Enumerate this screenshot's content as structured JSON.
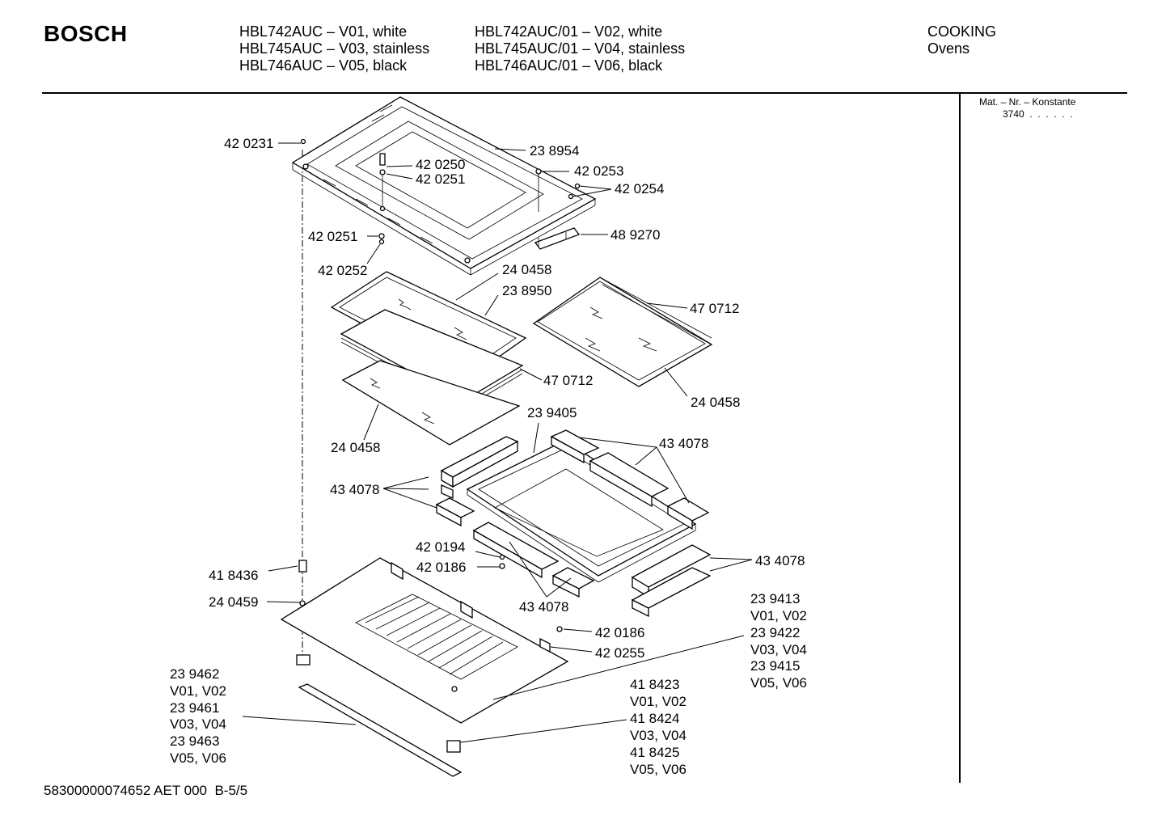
{
  "header": {
    "brand": "BOSCH",
    "models_col1": [
      "HBL742AUC – V01, white",
      "HBL745AUC – V03, stainless",
      "HBL746AUC – V05, black"
    ],
    "models_col2": [
      "HBL742AUC/01 – V02, white",
      "HBL745AUC/01 – V04, stainless",
      "HBL746AUC/01 – V06, black"
    ],
    "category": "COOKING",
    "subcategory": "Ovens"
  },
  "side_panel": {
    "label": "Mat. – Nr. – Konstante",
    "value": "3740  .  .  .  .  .  ."
  },
  "footer": {
    "doc_code": "58300000074652 AET 000  B-5/5"
  },
  "callouts": {
    "c_420231": "42 0231",
    "c_238954": "23 8954",
    "c_420250": "42 0250",
    "c_420251a": "42 0251",
    "c_420253": "42 0253",
    "c_420254": "42 0254",
    "c_420251b": "42 0251",
    "c_489270": "48 9270",
    "c_420252": "42 0252",
    "c_240458a": "24 0458",
    "c_238950": "23 8950",
    "c_470712a": "47 0712",
    "c_470712b": "47 0712",
    "c_240458b": "24 0458",
    "c_240458c": "24 0458",
    "c_239405": "23 9405",
    "c_434078a": "43 4078",
    "c_434078b": "43 4078",
    "c_434078c": "43 4078",
    "c_434078d": "43 4078",
    "c_420194": "42 0194",
    "c_420186a": "42 0186",
    "c_418436": "41 8436",
    "c_240459": "24 0459",
    "c_420186b": "42 0186",
    "c_420255": "42 0255"
  },
  "multi_callouts": {
    "trim": [
      "23 9413",
      "V01, V02",
      "23 9422",
      "V03, V04",
      "23 9415",
      "V05, V06"
    ],
    "handle": [
      "23 9462",
      "V01, V02",
      "23 9461",
      "V03, V04",
      "23 9463",
      "V05, V06"
    ],
    "foot": [
      "41 8423",
      "V01, V02",
      "41 8424",
      "V03, V04",
      "41 8425",
      "V05, V06"
    ]
  }
}
